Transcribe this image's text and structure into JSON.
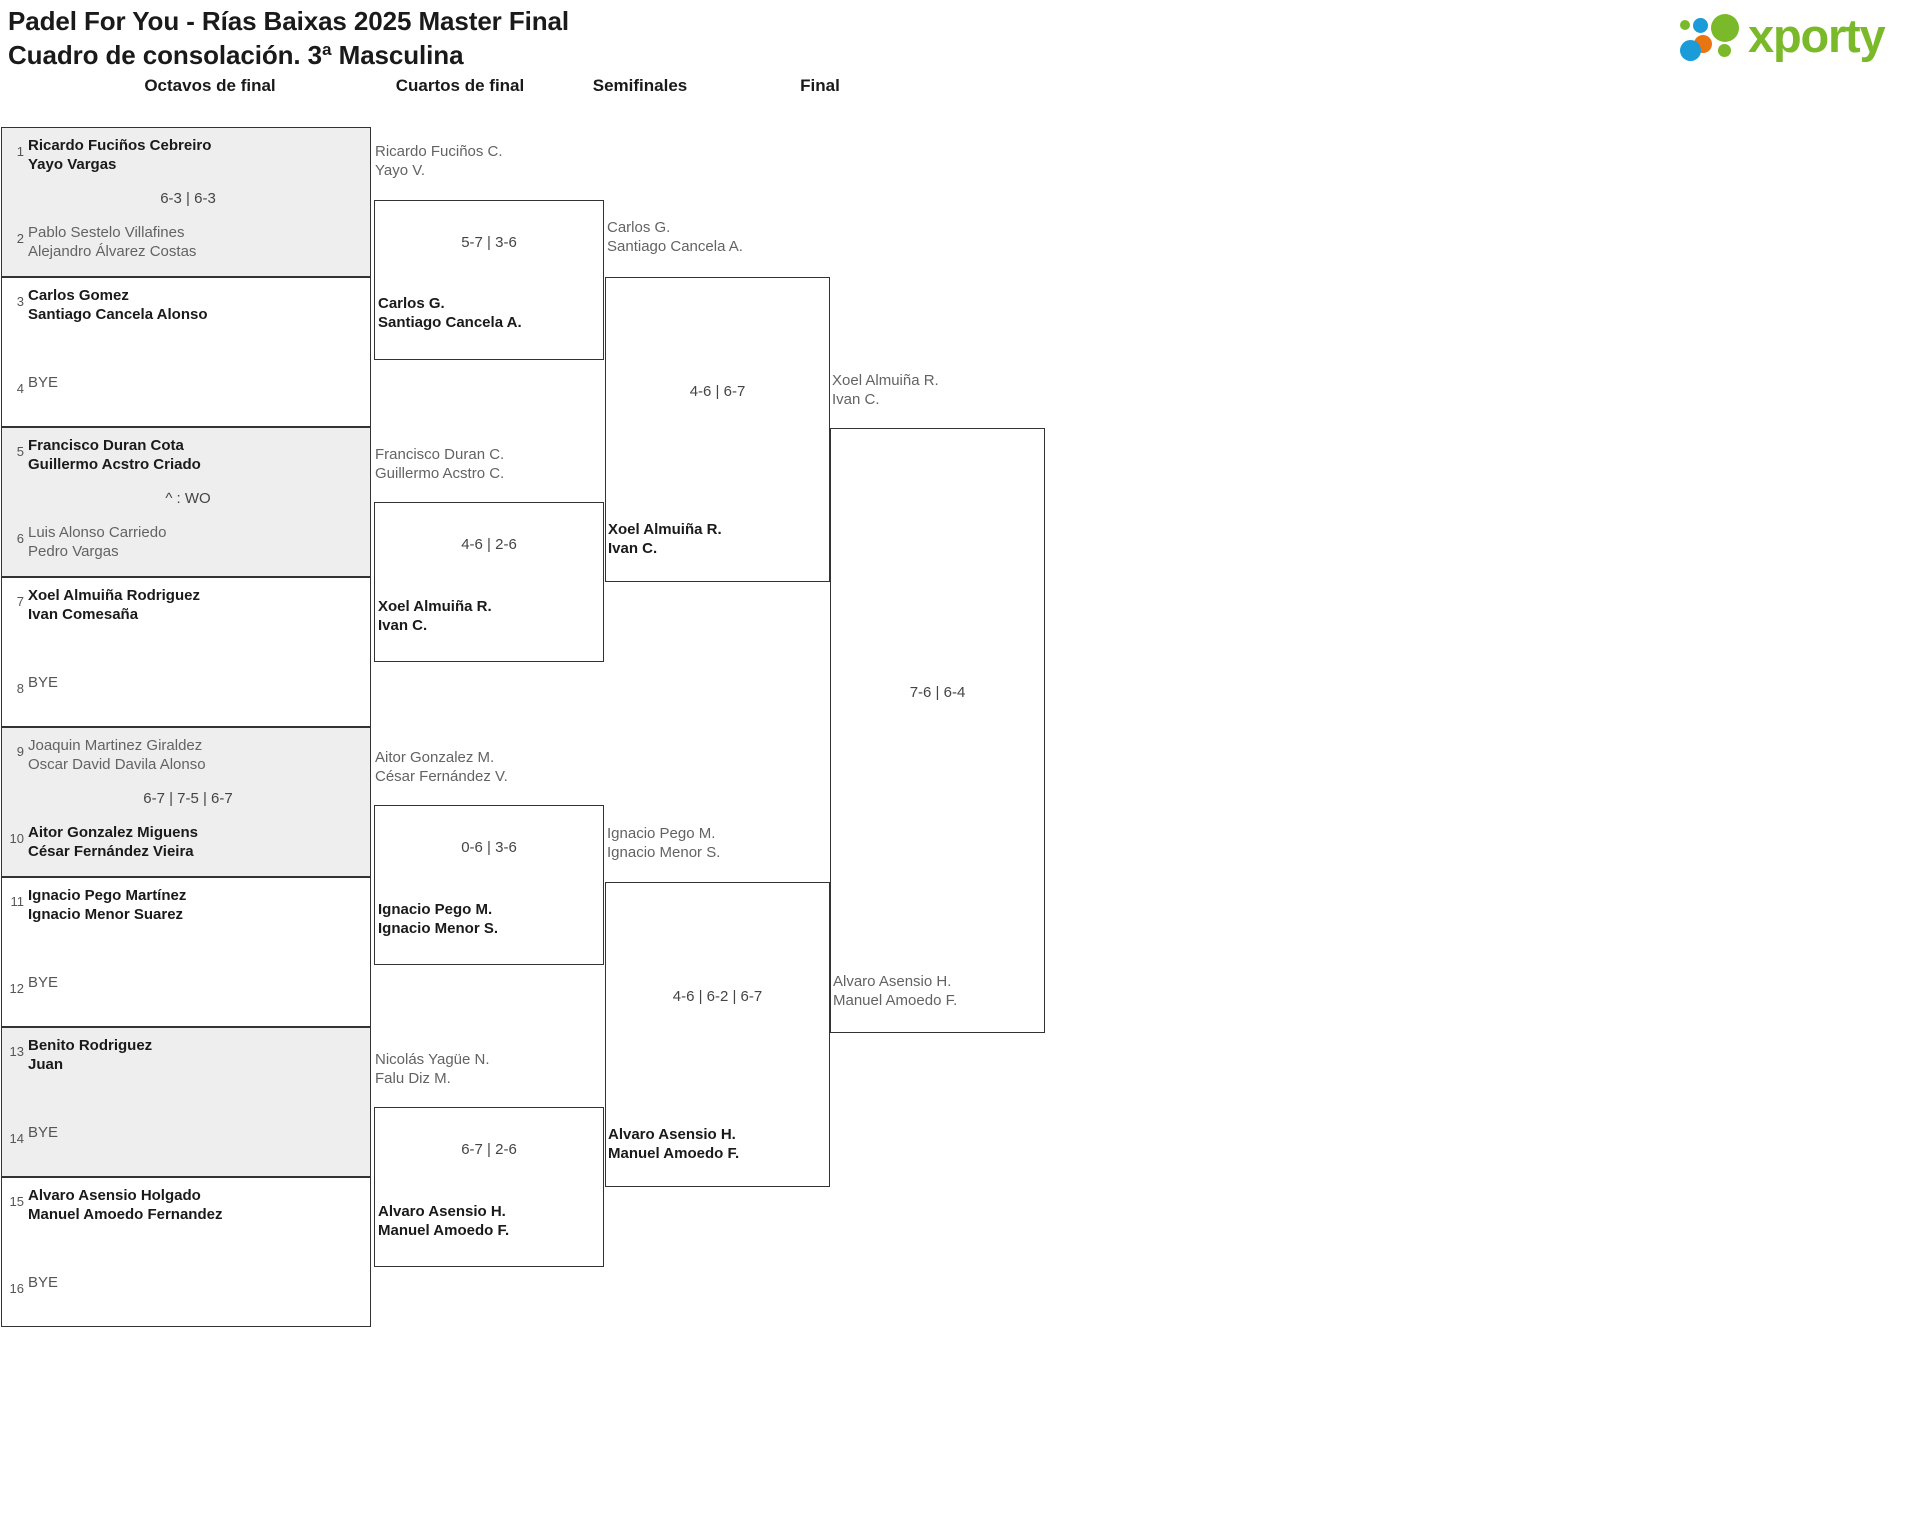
{
  "header": {
    "title_line1": "Padel For You - Rías Baixas 2025 Master Final",
    "title_line2": "Cuadro de consolación. 3ª Masculina",
    "logo_word": "xporty",
    "colors": {
      "green": "#7ab929",
      "blue": "#1b9bd8",
      "orange": "#e87511"
    }
  },
  "rounds": [
    {
      "label": "Octavos de final"
    },
    {
      "label": "Cuartos de final"
    },
    {
      "label": "Semifinales"
    },
    {
      "label": "Final"
    }
  ],
  "round1": {
    "entries": [
      {
        "seed": "1",
        "line1": "Ricardo Fuciños Cebreiro",
        "line2": "Yayo Vargas",
        "result": "win",
        "bye": false
      },
      {
        "seed": "2",
        "line1": "Pablo Sestelo Villafines",
        "line2": "Alejandro Álvarez Costas",
        "result": "lose",
        "bye": false
      },
      {
        "seed": "3",
        "line1": "Carlos Gomez",
        "line2": "Santiago Cancela Alonso",
        "result": "win",
        "bye": false
      },
      {
        "seed": "4",
        "line1": "BYE",
        "line2": "",
        "result": "bye",
        "bye": true
      },
      {
        "seed": "5",
        "line1": "Francisco Duran Cota",
        "line2": "Guillermo Acstro Criado",
        "result": "win",
        "bye": false
      },
      {
        "seed": "6",
        "line1": "Luis Alonso Carriedo",
        "line2": "Pedro Vargas",
        "result": "lose",
        "bye": false
      },
      {
        "seed": "7",
        "line1": "Xoel Almuiña Rodriguez",
        "line2": "Ivan Comesaña",
        "result": "win",
        "bye": false
      },
      {
        "seed": "8",
        "line1": "BYE",
        "line2": "",
        "result": "bye",
        "bye": true
      },
      {
        "seed": "9",
        "line1": "Joaquin Martinez Giraldez",
        "line2": "Oscar David Davila Alonso",
        "result": "lose",
        "bye": false
      },
      {
        "seed": "10",
        "line1": "Aitor Gonzalez Miguens",
        "line2": "César Fernández Vieira",
        "result": "win",
        "bye": false
      },
      {
        "seed": "11",
        "line1": "Ignacio Pego Martínez",
        "line2": "Ignacio Menor Suarez",
        "result": "win",
        "bye": false
      },
      {
        "seed": "12",
        "line1": "BYE",
        "line2": "",
        "result": "bye",
        "bye": true
      },
      {
        "seed": "13",
        "line1": "Benito Rodriguez",
        "line2": "Juan",
        "result": "win",
        "bye": false
      },
      {
        "seed": "14",
        "line1": "BYE",
        "line2": "",
        "result": "bye",
        "bye": true
      },
      {
        "seed": "15",
        "line1": "Alvaro Asensio Holgado",
        "line2": "Manuel Amoedo Fernandez",
        "result": "win",
        "bye": false
      },
      {
        "seed": "16",
        "line1": "BYE",
        "line2": "",
        "result": "bye",
        "bye": true
      }
    ],
    "scores": [
      {
        "text": "6-3 | 6-3"
      },
      {
        "text": ""
      },
      {
        "text": "^ : WO"
      },
      {
        "text": ""
      },
      {
        "text": "6-7 | 7-5 | 6-7"
      },
      {
        "text": ""
      },
      {
        "text": ""
      },
      {
        "text": ""
      }
    ]
  },
  "round2": {
    "entries": [
      {
        "line1": "Ricardo Fuciños C.",
        "line2": "Yayo V.",
        "result": "lose"
      },
      {
        "line1": "Carlos G.",
        "line2": "Santiago Cancela A.",
        "result": "win"
      },
      {
        "line1": "Francisco Duran C.",
        "line2": "Guillermo Acstro C.",
        "result": "lose"
      },
      {
        "line1": "Xoel Almuiña R.",
        "line2": "Ivan C.",
        "result": "win"
      },
      {
        "line1": "Aitor Gonzalez M.",
        "line2": "César Fernández V.",
        "result": "lose"
      },
      {
        "line1": "Ignacio Pego M.",
        "line2": "Ignacio Menor S.",
        "result": "win"
      },
      {
        "line1": "Nicolás Yagüe N.",
        "line2": "Falu Diz M.",
        "result": "lose"
      },
      {
        "line1": "Alvaro Asensio H.",
        "line2": "Manuel Amoedo F.",
        "result": "win"
      }
    ],
    "scores": [
      {
        "text": "5-7 | 3-6"
      },
      {
        "text": "4-6 | 2-6"
      },
      {
        "text": "0-6 | 3-6"
      },
      {
        "text": "6-7 | 2-6"
      }
    ]
  },
  "round3": {
    "entries": [
      {
        "line1": "Carlos G.",
        "line2": "Santiago Cancela A.",
        "result": "lose"
      },
      {
        "line1": "Xoel Almuiña R.",
        "line2": "Ivan C.",
        "result": "win"
      },
      {
        "line1": "Ignacio Pego M.",
        "line2": "Ignacio Menor S.",
        "result": "lose"
      },
      {
        "line1": "Alvaro Asensio H.",
        "line2": "Manuel Amoedo F.",
        "result": "win"
      }
    ],
    "scores": [
      {
        "text": "4-6 | 6-7"
      },
      {
        "text": "4-6 | 6-2 | 6-7"
      }
    ]
  },
  "round4": {
    "entries": [
      {
        "line1": "Xoel Almuiña R.",
        "line2": "Ivan C.",
        "result": "lose"
      },
      {
        "line1": "Alvaro Asensio H.",
        "line2": "Manuel Amoedo F.",
        "result": "lose"
      }
    ],
    "scores": [
      {
        "text": "7-6 | 6-4"
      }
    ]
  }
}
